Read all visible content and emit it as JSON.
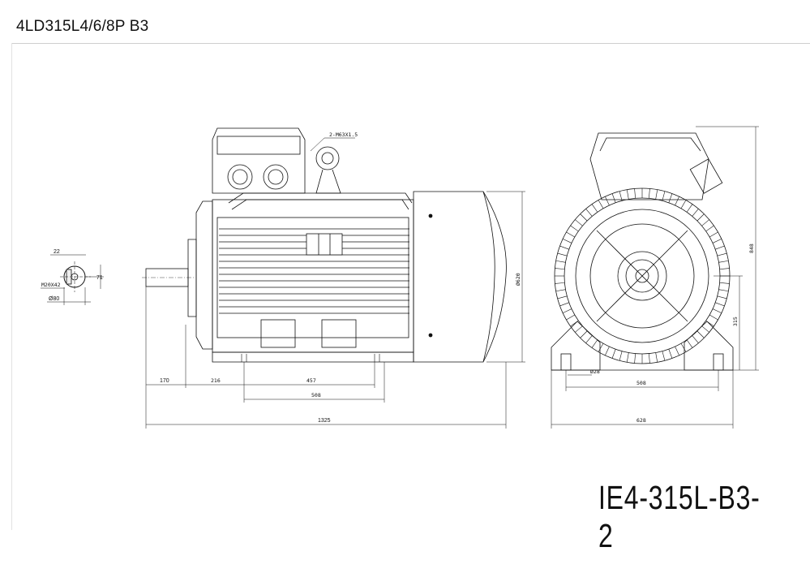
{
  "header": {
    "title": "4LD315L4/6/8P B3"
  },
  "drawing": {
    "code": "IE4-315L-B3-2",
    "labels": {
      "cable_gland": "2-M63X1.5",
      "key_width": "22",
      "key_height": "71",
      "thread": "M20X42",
      "shaft_dia": "Ø80",
      "shaft_len": "170",
      "dim_216": "216",
      "dim_457": "457",
      "dim_508_side": "508",
      "total_length": "1325",
      "flange_dia": "Ø620",
      "height_848": "848",
      "shaft_height": "315",
      "foot_hole": "Ø28",
      "foot_span": "508",
      "overall_width": "628"
    }
  }
}
